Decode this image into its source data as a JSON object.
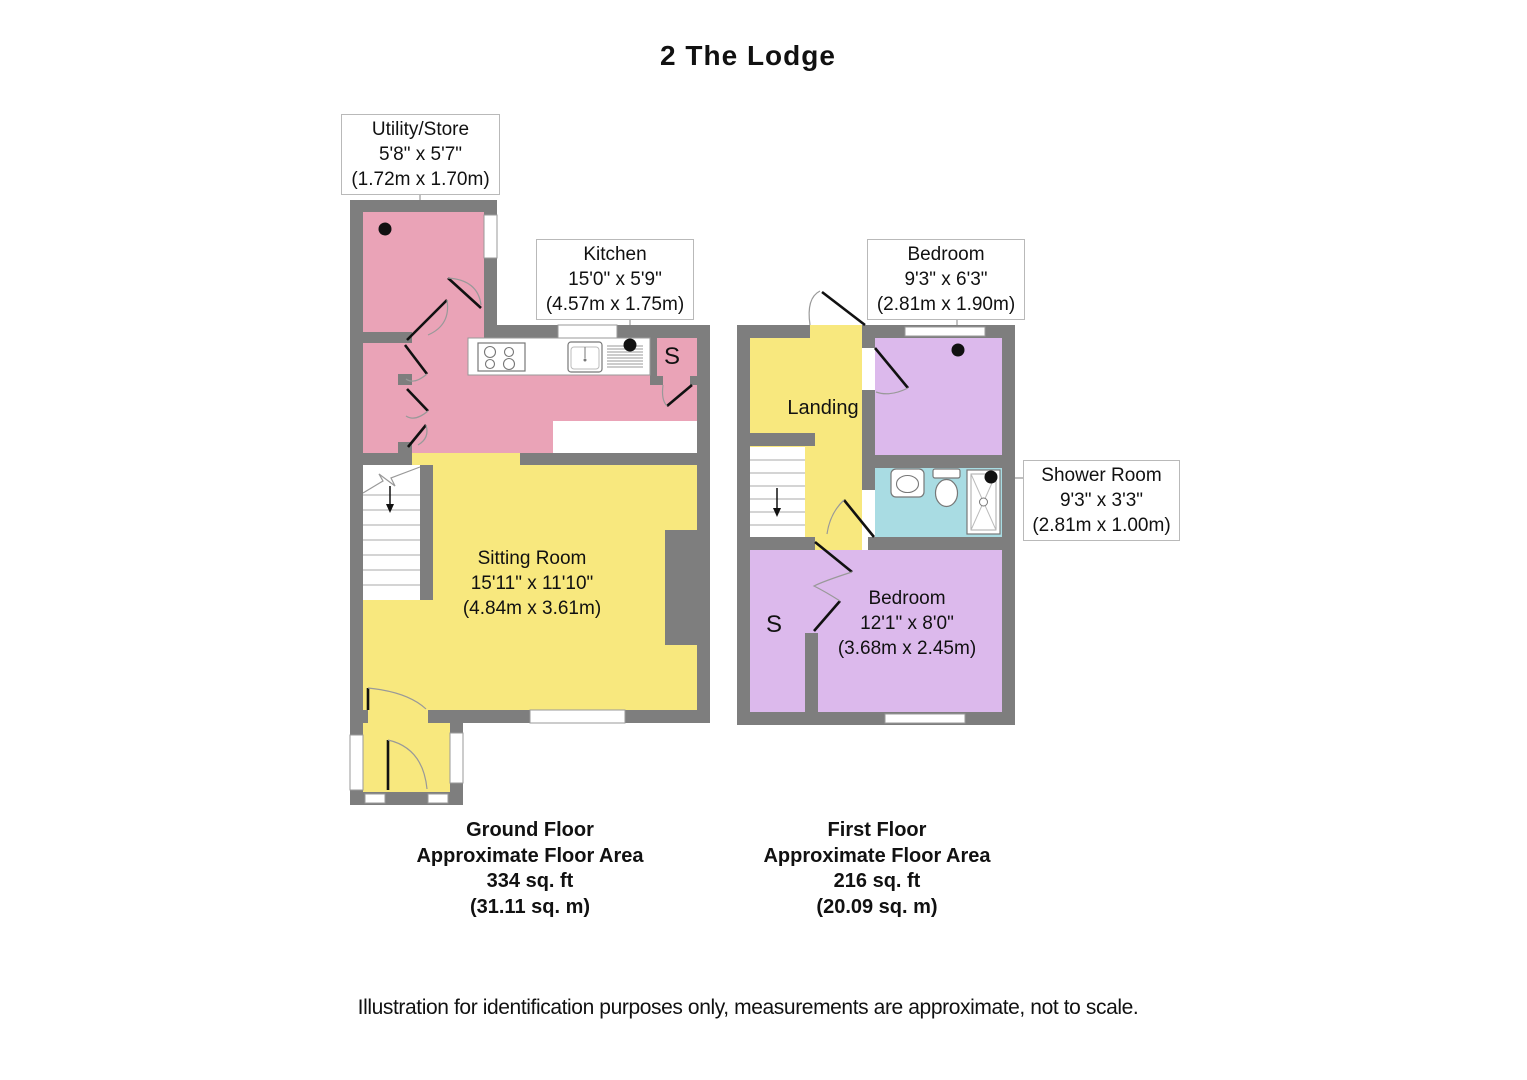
{
  "title": "2 The Lodge",
  "disclaimer": "Illustration for identification purposes only, measurements are approximate, not to scale.",
  "colors": {
    "kitchen_utility_fill": "#eaa3b7",
    "living_landing_fill": "#f8e87e",
    "bedroom_fill": "#dcb9ec",
    "shower_fill": "#a9dce3",
    "wall_gray": "#7e7e7e"
  },
  "floors": {
    "ground": {
      "caption": {
        "line1": "Ground Floor",
        "line2": "Approximate Floor Area",
        "line3": "334 sq. ft",
        "line4": "(31.11 sq. m)"
      },
      "labels": {
        "utility": {
          "name": "Utility/Store",
          "imperial": "5'8\" x 5'7\"",
          "metric": "(1.72m x 1.70m)"
        },
        "kitchen": {
          "name": "Kitchen",
          "imperial": "15'0\" x 5'9\"",
          "metric": "(4.57m x 1.75m)"
        },
        "sitting": {
          "name": "Sitting Room",
          "imperial": "15'11\" x 11'10\"",
          "metric": "(4.84m x 3.61m)"
        },
        "store": "S"
      }
    },
    "first": {
      "caption": {
        "line1": "First Floor",
        "line2": "Approximate Floor Area",
        "line3": "216 sq. ft",
        "line4": "(20.09 sq. m)"
      },
      "labels": {
        "landing": "Landing",
        "bedroom1": {
          "name": "Bedroom",
          "imperial": "9'3\" x 6'3\"",
          "metric": "(2.81m x 1.90m)"
        },
        "shower": {
          "name": "Shower Room",
          "imperial": "9'3\" x 3'3\"",
          "metric": "(2.81m x 1.00m)"
        },
        "bedroom2": {
          "name": "Bedroom",
          "imperial": "12'1\" x 8'0\"",
          "metric": "(3.68m x 2.45m)"
        },
        "store": "S"
      }
    }
  }
}
